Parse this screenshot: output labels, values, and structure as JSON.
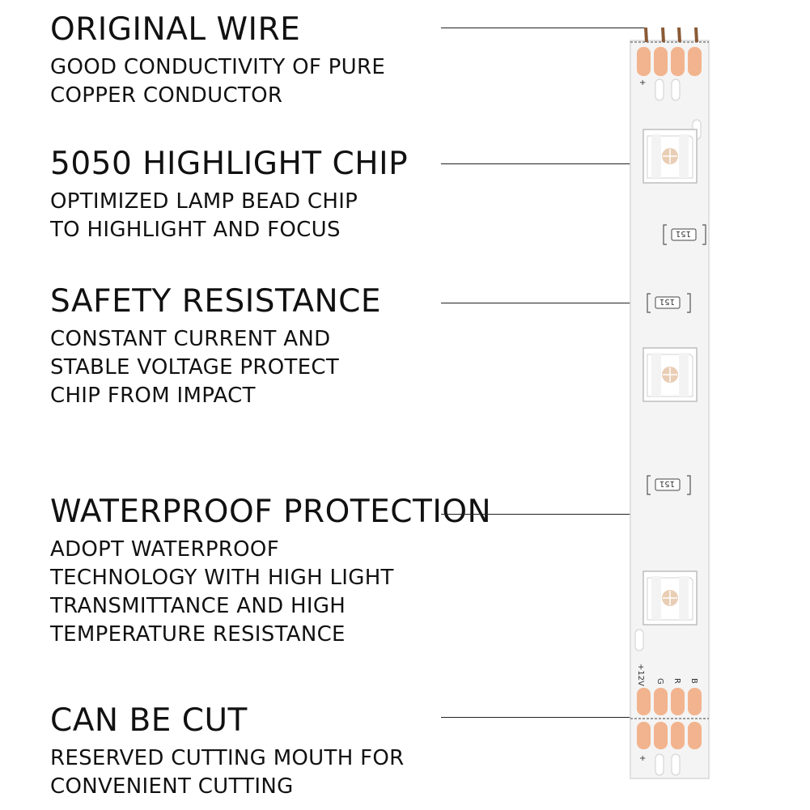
{
  "features": [
    {
      "id": "original-wire",
      "title": "ORIGINAL WIRE",
      "desc": [
        "GOOD CONDUCTIVITY OF PURE",
        "COPPER CONDUCTOR"
      ]
    },
    {
      "id": "highlight-chip",
      "title": "5050 HIGHLIGHT CHIP",
      "desc": [
        "OPTIMIZED LAMP BEAD CHIP",
        "TO HIGHLIGHT AND FOCUS"
      ]
    },
    {
      "id": "safety-resistance",
      "title": "SAFETY RESISTANCE",
      "desc": [
        "CONSTANT CURRENT AND",
        "STABLE VOLTAGE PROTECT",
        "CHIP FROM IMPACT"
      ]
    },
    {
      "id": "waterproof-protection",
      "title": "WATERPROOF PROTECTION",
      "desc": [
        "ADOPT WATERPROOF",
        "TECHNOLOGY WITH HIGH LIGHT",
        "TRANSMITTANCE AND HIGH",
        "TEMPERATURE RESISTANCE"
      ]
    },
    {
      "id": "can-be-cut",
      "title": "CAN BE CUT",
      "desc": [
        "RESERVED CUTTING MOUTH FOR",
        "CONVENIENT CUTTING"
      ]
    }
  ],
  "strip": {
    "resistor_code": "151",
    "pad_labels": [
      "+12V",
      "G",
      "R",
      "B"
    ],
    "plus_mark": "+",
    "colors": {
      "strip": "#f4f4f4",
      "strip_edge": "#d8d8d8",
      "copper_pad": "#f2b48e",
      "wire": "#8a5a35",
      "led_center": "#e9cdb4"
    }
  }
}
